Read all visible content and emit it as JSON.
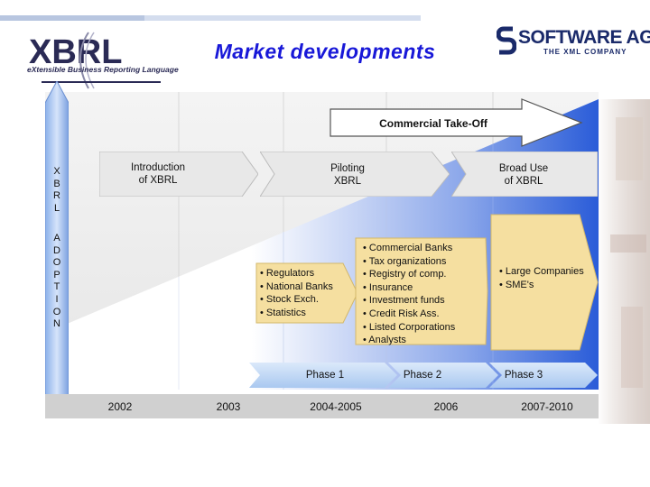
{
  "header": {
    "title": "Market developments",
    "xbrl_logo_text": "XBRL",
    "xbrl_logo_subtitle": "eXtensible Business Reporting Language",
    "company_logo_text": "SOFTWARE AG",
    "company_tagline": "THE XML COMPANY"
  },
  "colors": {
    "title": "#1818d8",
    "panel_gradient_start": "#ffffff",
    "panel_gradient_end": "#2a5cd8",
    "callout": "#f5dfa0",
    "arrow_box": "#e8e8e8"
  },
  "vertical_axis": {
    "label_top": "X\nB\nR\nL",
    "label_bottom": "A\nD\nO\nP\nT\nI\nO\nN"
  },
  "banner": {
    "label": "Commercial Take-Off"
  },
  "stages": [
    {
      "label": "Introduction\nof XBRL"
    },
    {
      "label": "Piloting\nXBRL"
    },
    {
      "label": "Broad Use\nof XBRL"
    }
  ],
  "callouts": [
    {
      "label": "• Regulators\n• National Banks\n• Stock Exch.\n• Statistics"
    },
    {
      "label": "• Commercial Banks\n• Tax organizations\n• Registry of comp.\n• Insurance\n• Investment funds\n• Credit Risk Ass.\n• Listed Corporations\n• Analysts"
    },
    {
      "label": "• Large Companies\n• SME's"
    }
  ],
  "phases": [
    {
      "label": "Phase 1"
    },
    {
      "label": "Phase 2"
    },
    {
      "label": "Phase 3"
    }
  ],
  "years": [
    "2002",
    "2003",
    "2004-2005",
    "2006",
    "2007-2010"
  ]
}
